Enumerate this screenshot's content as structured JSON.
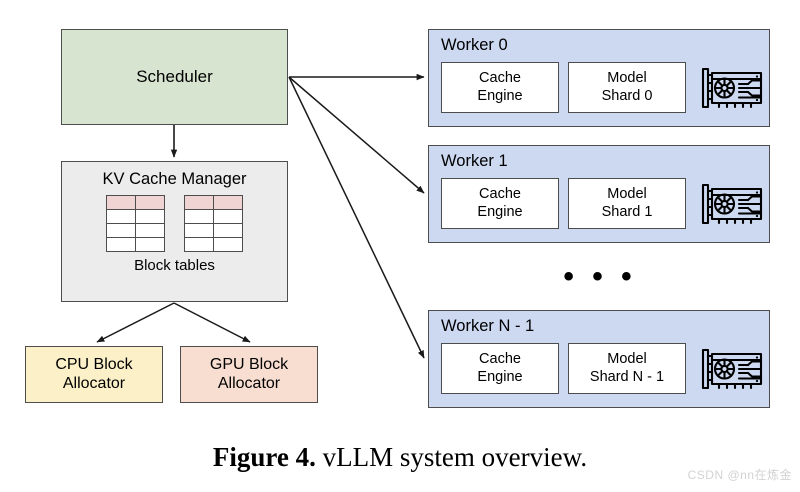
{
  "figure": {
    "caption_label": "Figure 4.",
    "caption_text": " vLLM system overview.",
    "watermark": "CSDN @nn在炼金"
  },
  "colors": {
    "scheduler_fill": "#d7e5d0",
    "kv_manager_fill": "#ececec",
    "cpu_allocator_fill": "#fbf0c8",
    "gpu_allocator_fill": "#f8ded0",
    "worker_fill": "#ccd9f1",
    "inner_box_fill": "#ffffff",
    "table_header_fill": "#f0d4d4",
    "stroke": "#4d4d4d",
    "arrow": "#1a1a1a",
    "watermark": "#d2d2d2"
  },
  "left_column": {
    "scheduler": {
      "label": "Scheduler"
    },
    "kv_cache_manager": {
      "title": "KV Cache Manager",
      "tables_label": "Block tables",
      "table_count": 2,
      "rows": 4,
      "columns": 2,
      "highlighted_row_index": 0
    },
    "allocators": [
      {
        "line1": "CPU Block",
        "line2": "Allocator"
      },
      {
        "line1": "GPU Block",
        "line2": "Allocator"
      }
    ]
  },
  "workers": [
    {
      "title": "Worker 0",
      "cache_engine_line1": "Cache",
      "cache_engine_line2": "Engine",
      "model_shard_line1": "Model",
      "model_shard_line2": "Shard 0",
      "accelerator_icon": "gpu-card-icon"
    },
    {
      "title": "Worker 1",
      "cache_engine_line1": "Cache",
      "cache_engine_line2": "Engine",
      "model_shard_line1": "Model",
      "model_shard_line2": "Shard 1",
      "accelerator_icon": "gpu-card-icon"
    },
    {
      "title": "Worker N - 1",
      "cache_engine_line1": "Cache",
      "cache_engine_line2": "Engine",
      "model_shard_line1": "Model",
      "model_shard_line2": "Shard N - 1",
      "accelerator_icon": "gpu-card-icon"
    }
  ],
  "worker_ellipsis": "• • •",
  "connections": [
    {
      "from": "scheduler",
      "to": "kv-cache-manager"
    },
    {
      "from": "scheduler",
      "to": "worker-0"
    },
    {
      "from": "scheduler",
      "to": "worker-1"
    },
    {
      "from": "scheduler",
      "to": "worker-n-1"
    },
    {
      "from": "kv-cache-manager",
      "to": "cpu-block-allocator"
    },
    {
      "from": "kv-cache-manager",
      "to": "gpu-block-allocator"
    }
  ]
}
